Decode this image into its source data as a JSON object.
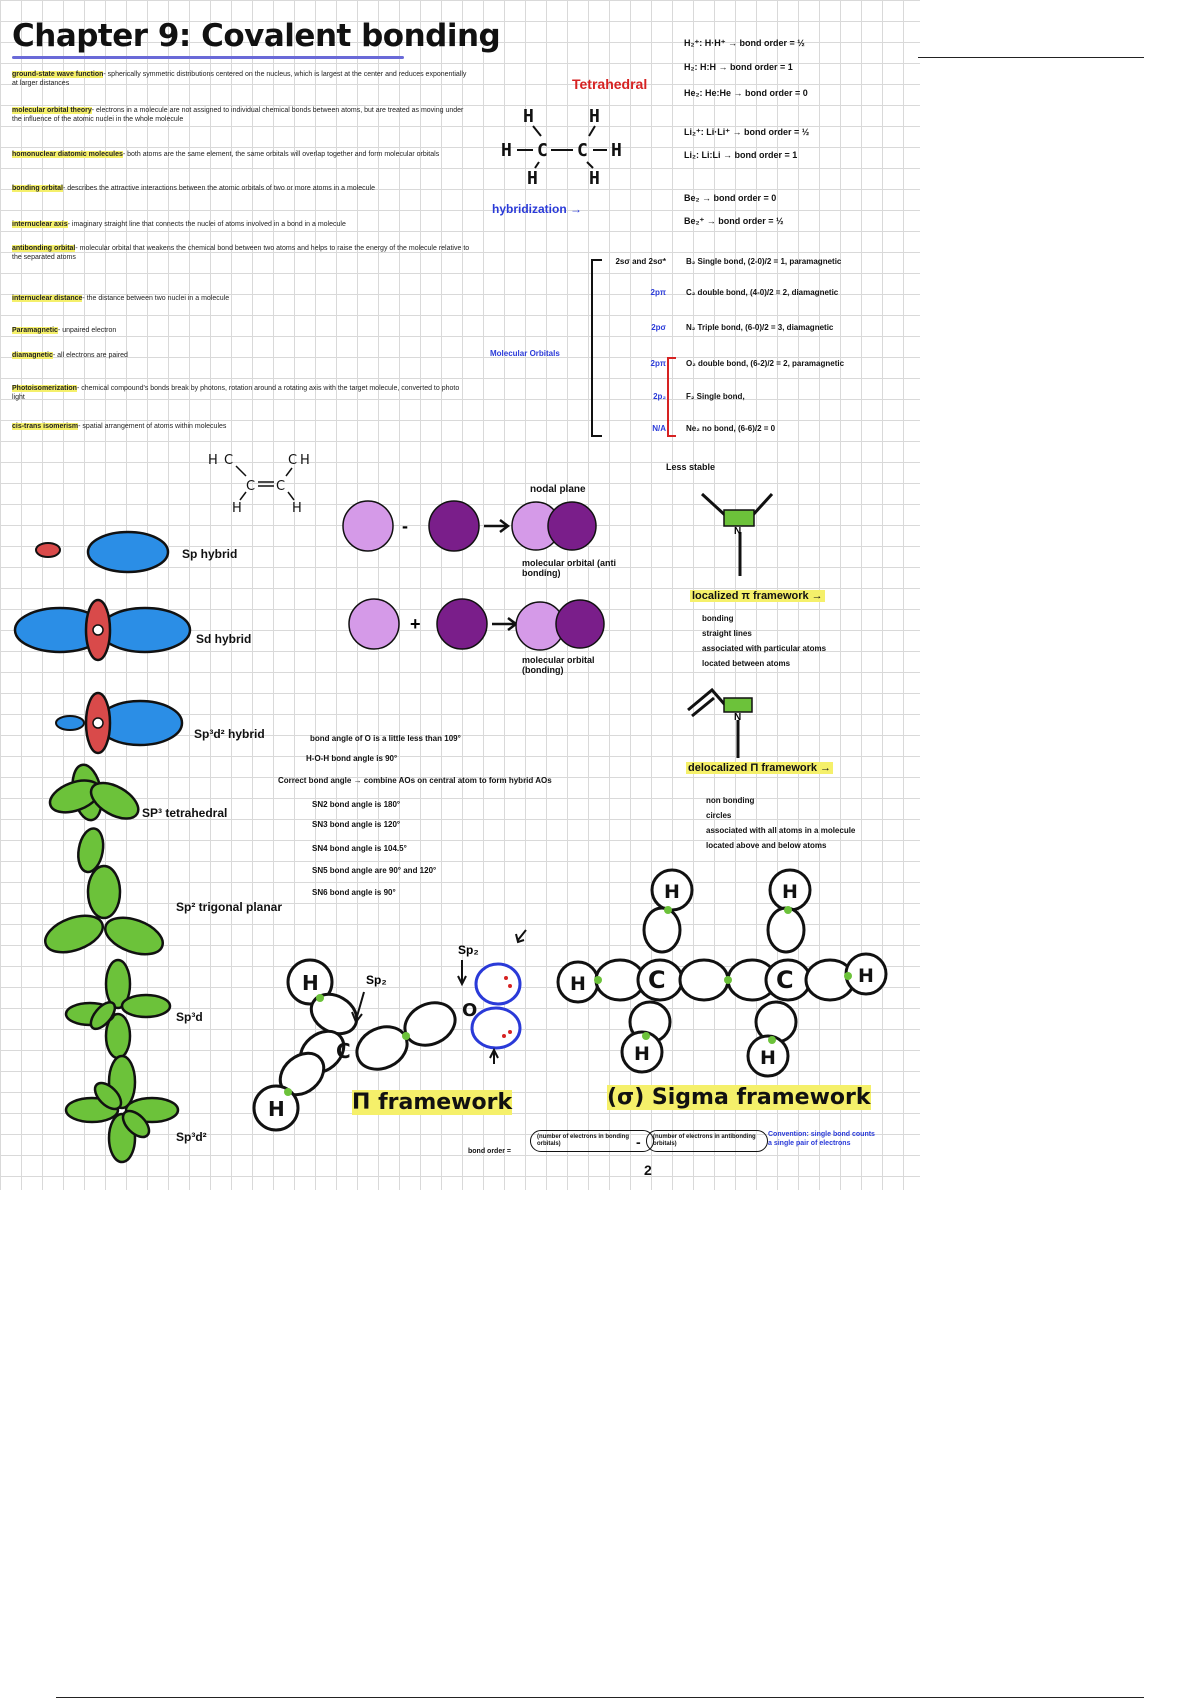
{
  "title": "Chapter 9: Covalent bonding",
  "definitions": [
    {
      "term": "ground-state wave function",
      "text": "- spherically symmetric distributions centered on the nucleus, which is largest at the center and reduces exponentially at larger distances"
    },
    {
      "term": "molecular orbital theory",
      "text": "- electrons in a molecule are not assigned to individual chemical bonds between atoms, but are treated as moving under the influence of the atomic nuclei in the whole molecule"
    },
    {
      "term": "homonuclear diatomic molecules",
      "text": "- both atoms are the same element, the same orbitals will overlap together and form molecular orbitals"
    },
    {
      "term": "bonding orbital",
      "text": "- describes the attractive interactions between the atomic orbitals of two or more atoms in a molecule"
    },
    {
      "term": "internuclear axis",
      "text": "- imaginary straight line that connects the nuclei of atoms involved in a bond in a molecule"
    },
    {
      "term": "antibonding orbital",
      "text": "- molecular orbital that weakens the chemical bond between two atoms and helps to raise the energy of the molecule relative to the separated atoms"
    },
    {
      "term": "internuclear distance",
      "text": "- the distance between two nuclei in a molecule"
    },
    {
      "term": "Paramagnetic",
      "text": "- unpaired electron"
    },
    {
      "term": "diamagnetic",
      "text": "- all electrons are paired"
    },
    {
      "term": "Photoisomerization",
      "text": "- chemical compound's bonds break by photons, rotation around a rotating axis with the target molecule, converted to photo light"
    },
    {
      "term": "cis-trans isomerism",
      "text": "- spatial arrangement of atoms within molecules"
    }
  ],
  "tetrahedral_label": "Tetrahedral",
  "hybridization_label": "hybridization →",
  "bond_orders": [
    {
      "text": "H₂⁺: H·H⁺ → bond order = ½"
    },
    {
      "text": "H₂: H:H → bond order = 1"
    },
    {
      "text": "He₂: He:He → bond order = 0"
    },
    {
      "text": "Li₂⁺: Li·Li⁺ → bond order = ½"
    },
    {
      "text": "Li₂: Li:Li → bond order = 1"
    },
    {
      "text": "Be₂ → bond order = 0"
    },
    {
      "text": "Be₂⁺ → bond order = ½"
    }
  ],
  "molecular_orbitals": {
    "label": "Molecular Orbitals",
    "rows": [
      {
        "orbital": "2sσ and 2sσ*",
        "text": "B₂ Single bond, (2-0)/2 = 1, paramagnetic"
      },
      {
        "orbital": "2pπ",
        "text": "C₂ double bond, (4-0)/2 = 2, diamagnetic"
      },
      {
        "orbital": "2pσ",
        "text": "N₂ Triple bond, (6-0)/2 = 3, diamagnetic"
      },
      {
        "orbital": "2pπ",
        "text": "O₂ double bond, (6-2)/2 = 2, paramagnetic"
      },
      {
        "orbital": "2p₂",
        "text": "F₂ Single bond,"
      },
      {
        "orbital": "N/A",
        "text": "Ne₂ no bond, (6-6)/2 = 0"
      }
    ],
    "less_stable": "Less stable"
  },
  "nodal_plane": "nodal plane",
  "mo_antibonding": "molecular orbital (anti bonding)",
  "mo_bonding": "molecular orbital (bonding)",
  "minus_sign": "-",
  "plus_sign": "+",
  "hybrids": [
    {
      "label": "Sp hybrid"
    },
    {
      "label": "Sd hybrid"
    },
    {
      "label": "Sp³d² hybrid"
    },
    {
      "label": "SP³ tetrahedral"
    },
    {
      "label": "Sp² trigonal planar"
    },
    {
      "label": "Sp³d"
    },
    {
      "label": "Sp³d²"
    }
  ],
  "bond_angles": [
    "bond angle of O is a little less than 109°",
    "H-O-H bond angle is 90°",
    "Correct bond angle → combine AOs on central atom to form hybrid AOs",
    "SN2 bond angle is 180°",
    "SN3 bond angle is 120°",
    "SN4 bond angle is 104.5°",
    "SN5 bond angle are 90° and 120°",
    "SN6 bond angle is 90°"
  ],
  "localized": {
    "title": "localized π framework →",
    "items": [
      "bonding",
      "straight lines",
      "associated with particular atoms",
      "located between atoms"
    ]
  },
  "delocalized": {
    "title": "delocalized Π framework →",
    "items": [
      "non bonding",
      "circles",
      "associated with all atoms in a molecule",
      "located above and below atoms"
    ]
  },
  "pi_framework": "Π framework",
  "sigma_framework": "(σ) Sigma framework",
  "sp2_label": "Sp₂",
  "bond_order_formula": {
    "label": "bond order =",
    "left": "(number of electrons in bonding orbitals)",
    "right": "(number of electrons in antibonding orbitals)",
    "note": "Convention: single bond counts a single pair of electrons"
  },
  "page_number": "2",
  "atoms": {
    "H": "H",
    "C": "C",
    "O": "O",
    "N": "N"
  },
  "colors": {
    "highlight": "#f5f06a",
    "red": "#d62222",
    "blue": "#2a3ad8",
    "orbital_blue": "#2b8ee6",
    "orbital_red": "#d94a4a",
    "green": "#6cc23a",
    "purple_light": "#d59ae8",
    "purple_dark": "#7a1e8a"
  }
}
